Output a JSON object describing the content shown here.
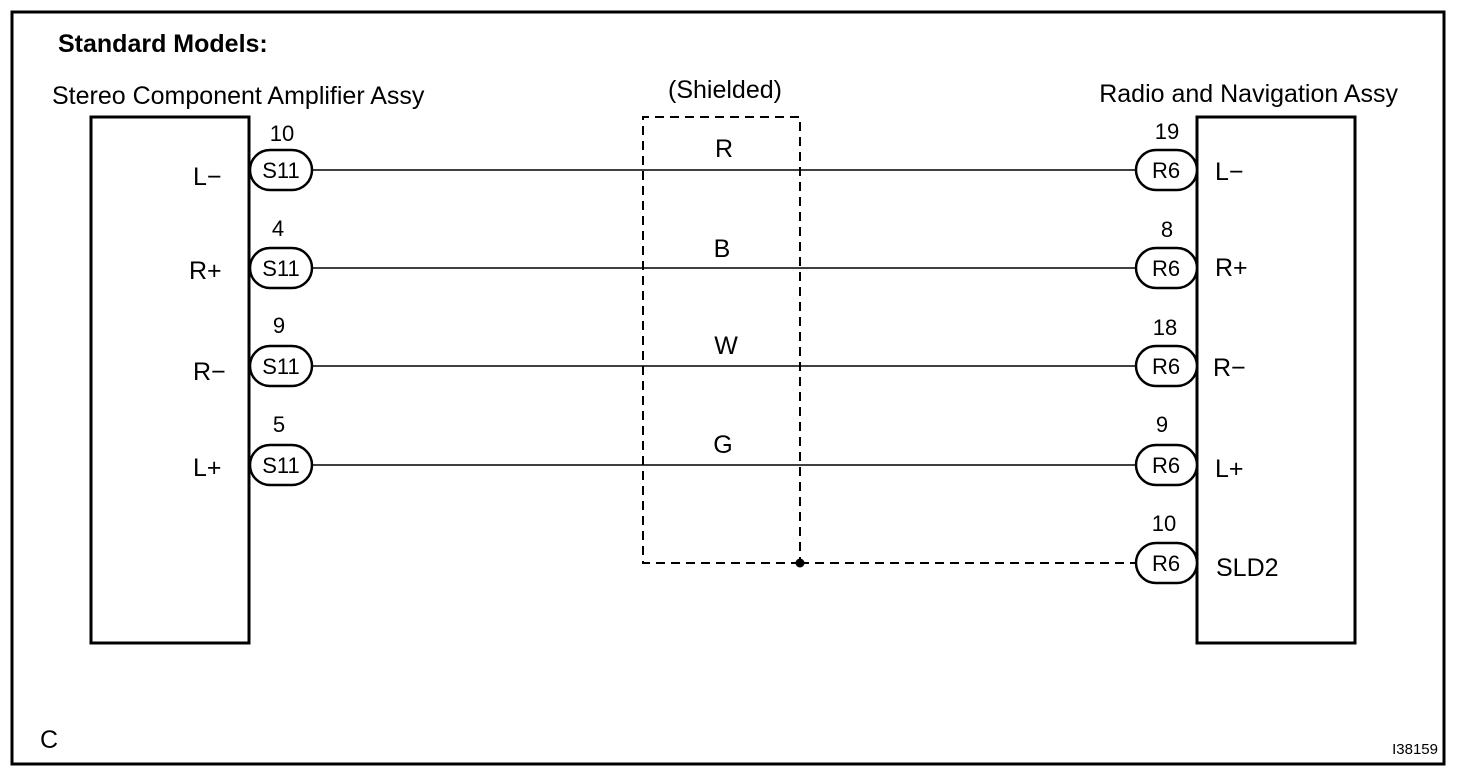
{
  "header": {
    "title": "Standard Models:"
  },
  "shield": {
    "label": "(Shielded)"
  },
  "left_component": {
    "name": "Stereo Component Amplifier Assy",
    "connector": "S11"
  },
  "right_component": {
    "name": "Radio and Navigation Assy",
    "connector": "R6"
  },
  "wires": [
    {
      "color": "R",
      "left_pin": "10",
      "left_terminal": "L−",
      "right_pin": "19",
      "right_terminal": "L−"
    },
    {
      "color": "B",
      "left_pin": "4",
      "left_terminal": "R+",
      "right_pin": "8",
      "right_terminal": "R+"
    },
    {
      "color": "W",
      "left_pin": "9",
      "left_terminal": "R−",
      "right_pin": "18",
      "right_terminal": "R−"
    },
    {
      "color": "G",
      "left_pin": "5",
      "left_terminal": "L+",
      "right_pin": "9",
      "right_terminal": "L+"
    }
  ],
  "shield_ground": {
    "right_pin": "10",
    "right_terminal": "SLD2"
  },
  "footer": {
    "corner_letter": "C",
    "figure_id": "I38159"
  }
}
